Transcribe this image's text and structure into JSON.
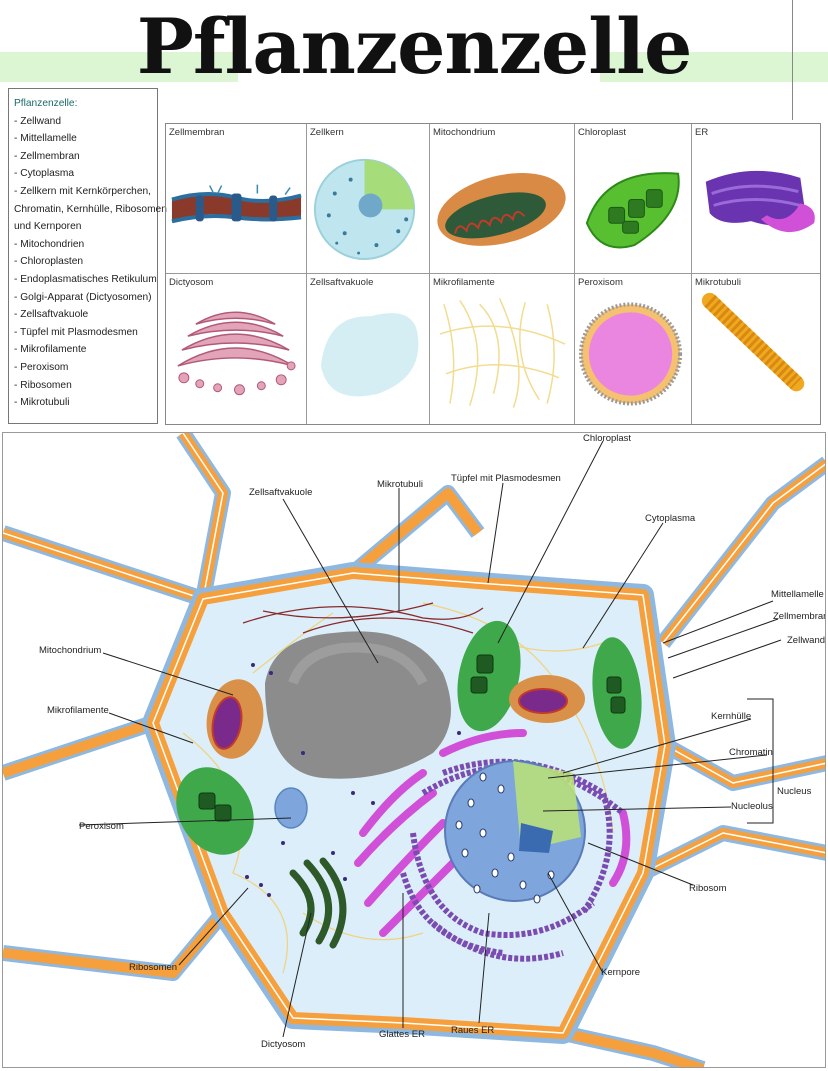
{
  "title": "Pflanzenzelle",
  "legend": {
    "heading": "Pflanzenzelle:",
    "items": [
      "- Zellwand",
      "- Mittellamelle",
      "- Zellmembran",
      "- Cytoplasma",
      "- Zellkern mit Kernkörperchen,",
      "Chromatin, Kernhülle, Ribosomen",
      "und Kernporen",
      "- Mitochondrien",
      "- Chloroplasten",
      "- Endoplasmatisches Retikulum",
      "- Golgi-Apparat (Dictyosomen)",
      "- Zellsaftvakuole",
      "- Tüpfel mit Plasmodesmen",
      "- Mikrofilamente",
      "- Peroxisom",
      "- Ribosomen",
      "- Mikrotubuli"
    ]
  },
  "organelles": [
    "Zellmembran",
    "Zellkern",
    "Mitochondrium",
    "Chloroplast",
    "ER",
    "Dictyosom",
    "Zellsaftvakuole",
    "Mikrofilamente",
    "Peroxisom",
    "Mikrotubuli"
  ],
  "diagram_labels": {
    "chloroplast": "Chloroplast",
    "tuepfel": "Tüpfel mit Plasmodesmen",
    "mikrotubuli": "Mikrotubuli",
    "zellsaftvakuole": "Zellsaftvakuole",
    "cytoplasma": "Cytoplasma",
    "mittellamelle": "Mittellamelle",
    "zellmembran": "Zellmembran",
    "zellwand": "Zellwand",
    "mitochondrium": "Mitochondrium",
    "mikrofilamente": "Mikrofilamente",
    "kernhuelle": "Kernhülle",
    "chromatin": "Chromatin",
    "nucleus": "Nucleus",
    "nucleolus": "Nucleolus",
    "peroxisom": "Peroxisom",
    "ribosom": "Ribosom",
    "ribosomen": "Ribosomen",
    "kernpore": "Kernpore",
    "dictyosom": "Dictyosom",
    "glattes_er": "Glattes ER",
    "raues_er": "Raues ER"
  },
  "colors": {
    "highlight": "#dcf5d2",
    "cell_wall": "#f5a03c",
    "membrane": "#8fb8e0",
    "cytoplasm": "#dbeefa",
    "vacuole": "#8f8f8f",
    "chloroplast": "#3fa84a",
    "mitochondrion": "#d9914a",
    "er": "#7a4bb0",
    "golgi": "#d05ac8",
    "nucleus": "#7ea6dc"
  }
}
